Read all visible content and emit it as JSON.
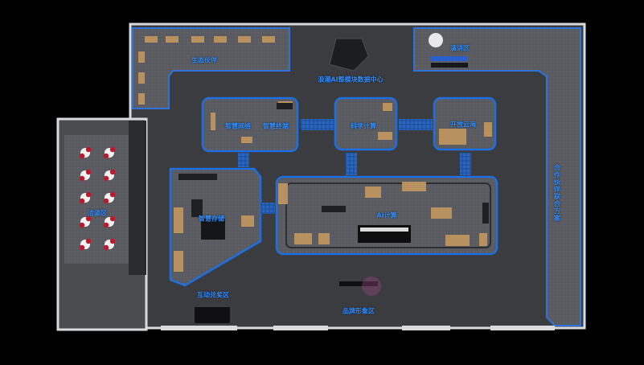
{
  "zones": {
    "eco_partner": "生态伙伴",
    "datacenter": "浪潮AI整模块数据中心",
    "lecture": "演讲区",
    "smart_network": "智慧网络",
    "smart_terminal": "智慧终端",
    "scientific_computing": "科学计算",
    "open_cloud": "开放云海",
    "negotiation": "洽谈区",
    "smart_storage": "智慧存储",
    "ai_computing": "AI计算",
    "partner_solution": "合作伙伴联合方案",
    "interactive_experience": "互动兑奖区",
    "brand_image": "品牌形象区"
  },
  "colors": {
    "background": "#000000",
    "floor": "#3a3b3e",
    "floor_light": "#595b60",
    "zone_border": "#1f6fe0",
    "label": "#2f8cff",
    "walkway_tile": "#1b4f9a",
    "wall": "#d9dadc"
  }
}
